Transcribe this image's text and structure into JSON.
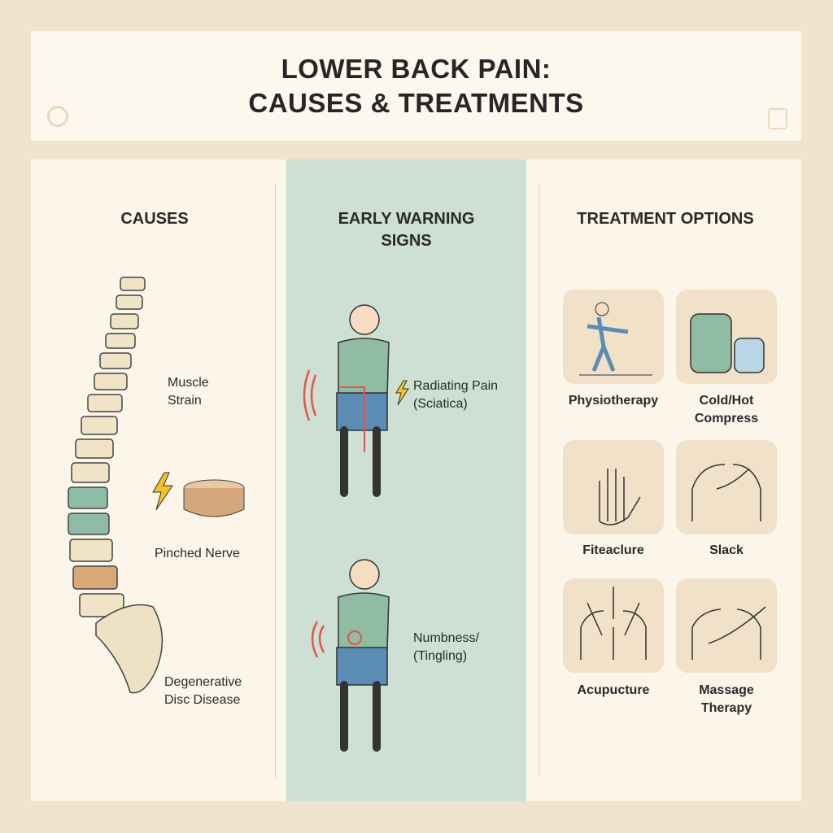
{
  "header": {
    "title_line1": "LOWER BACK PAIN:",
    "title_line2": "CAUSES & TREATMENTS",
    "left_icon": "check-badge-icon",
    "right_icon": "clipboard-icon"
  },
  "causes": {
    "title": "CAUSES",
    "labels": {
      "muscle_strain": "Muscle\nStrain",
      "pinched_nerve": "Pinched Nerve",
      "degenerative": "Degenerative\nDisc Disease"
    }
  },
  "warning": {
    "title": "EARLY WARNING\nSIGNS",
    "signs": [
      {
        "label": "Radiating Pain\n(Sciatica)"
      },
      {
        "label": "Numbness/\n(Tingling)"
      }
    ]
  },
  "treatments": {
    "title": "TREATMENT OPTIONS",
    "items": [
      {
        "label": "Physiotherapy"
      },
      {
        "label": "Cold/Hot\nCompress"
      },
      {
        "label": "Fiteaclure"
      },
      {
        "label": "Slack"
      },
      {
        "label": "Acupucture"
      },
      {
        "label": "Massage\nTherapy"
      }
    ]
  },
  "colors": {
    "background": "#f1e4cf",
    "panel": "#fcf6ea",
    "warning_column": "#cde0d3",
    "tile": "#f0e1c8",
    "pain": "#e5534b",
    "bolt": "#f2c12e"
  }
}
